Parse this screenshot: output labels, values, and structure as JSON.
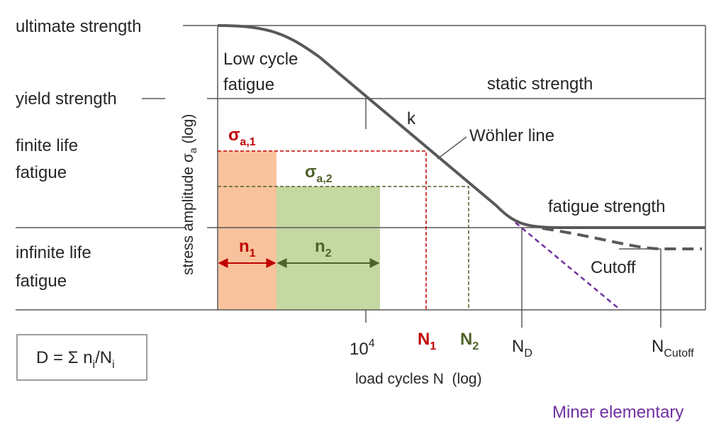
{
  "levels": {
    "ultimate": "ultimate strength",
    "yield": "yield strength",
    "finite_1": "finite life",
    "finite_2": "fatigue",
    "infinite_1": "infinite life",
    "infinite_2": "fatigue"
  },
  "regions": {
    "low_cycle_1": "Low cycle",
    "low_cycle_2": "fatigue",
    "static": "static strength",
    "fatigue_strength": "fatigue strength",
    "cutoff": "Cutoff"
  },
  "curve": {
    "slope": "k",
    "name": "Wöhler line",
    "miner": "Miner elementary"
  },
  "stress": {
    "s1_sym": "σ",
    "s1_sub": "a,1",
    "s2_sym": "σ",
    "s2_sub": "a,2"
  },
  "blocks": {
    "n1": "n",
    "n1_sub": "1",
    "n2": "n",
    "n2_sub": "2"
  },
  "y_axis": {
    "prefix": "stress amplitude σ",
    "sub": "a",
    "suffix": " (log)"
  },
  "x_axis": {
    "label": "load cycles N  (log)",
    "tick_base": "10",
    "tick_exp": "4",
    "N1": "N",
    "N1_sub": "1",
    "N2": "N",
    "N2_sub": "2",
    "ND": "N",
    "ND_sub": "D",
    "NC": "N",
    "NC_sub": "Cutoff"
  },
  "formula": {
    "lhs": "D = Σ n",
    "sub_i1": "i",
    "slash": "/N",
    "sub_i2": "i"
  },
  "colors": {
    "red": "#c00000",
    "green": "#4f6228",
    "purple": "#7030a0",
    "orange_fill": "#f8c39c",
    "green_fill": "#c4d8a2",
    "grid": "#595959"
  }
}
